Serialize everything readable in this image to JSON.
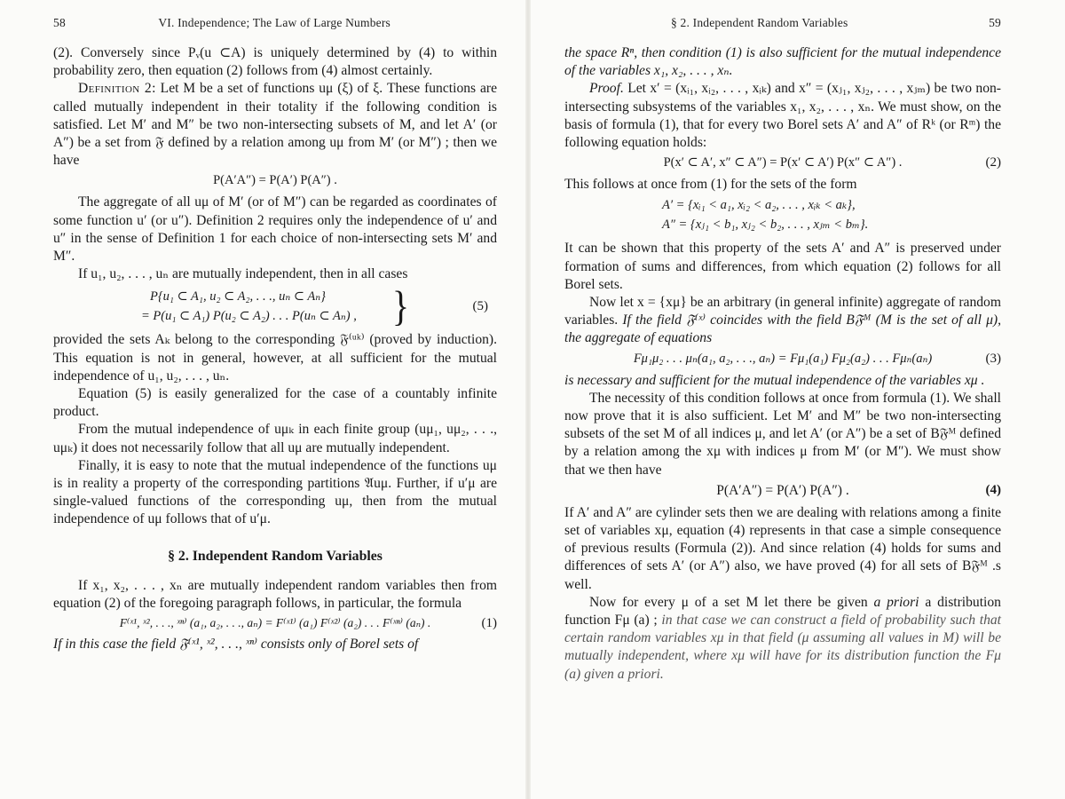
{
  "left_page": {
    "page_number": "58",
    "running_head": "VI. Independence; The Law of Large Numbers",
    "p1": "(2). Conversely since Pᵥ(u ⊂A) is uniquely determined by (4) to within probability zero, then equation (2) follows from (4) almost certainly.",
    "def_label": "Definition 2:",
    "def_text": " Let M be a set of functions uμ (ξ) of ξ. These functions are called mutually independent in their totality if the following condition is satisfied. Let M′ and M″ be two non-intersecting subsets of M, and let A′ (or A″) be a set from 𝔉 defined by a relation among uμ from M′ (or M″) ; then we have",
    "eq_def": "P(A′A″) = P(A′) P(A″) .",
    "p2": "The aggregate of all uμ of M′ (or of M″) can be regarded as coordinates of some function u′ (or u″). Definition 2 requires only the independence of u′ and u″ in the sense of Definition 1 for each choice of non-intersecting sets M′ and M″.",
    "p3": "If u₁, u₂, . . . , uₙ are mutually independent, then in all cases",
    "eq5_line1": "P{u₁ ⊂ A₁, u₂ ⊂ A₂, . . ., uₙ ⊂ Aₙ}",
    "eq5_line2": "= P(u₁ ⊂ A₁) P(u₂ ⊂ A₂) . . . P(uₙ ⊂ Aₙ) ,",
    "eq5_tag": "(5)",
    "p4": "provided the sets Aₖ belong to the corresponding 𝔉⁽ᵘᵏ⁾ (proved by induction). This equation is not in general, however, at all sufficient for the mutual independence of u₁, u₂, . . . , uₙ.",
    "p5": "Equation (5) is easily generalized for the case of a countably infinite product.",
    "p6": "From the mutual independence of uμₖ in each finite group (uμ₁, uμ₂, . . ., uμₖ) it does not necessarily follow that all uμ are mutually independent.",
    "p7": "Finally, it is easy to note that the mutual independence of the functions uμ is in reality a property of the corresponding partitions 𝔄uμ. Further, if u′μ are single-valued functions of the corresponding uμ, then from the mutual independence of uμ follows that of u′μ.",
    "section_heading": "§ 2. Independent Random Variables",
    "p8": "If x₁, x₂, . . . , xₙ are mutually independent random variables then from equation (2) of the foregoing paragraph follows, in particular, the formula",
    "eq1": "F⁽ˣ¹, ˣ², . . ., ˣⁿ⁾ (a₁, a₂, . . ., aₙ) = F⁽ˣ¹⁾ (a₁) F⁽ˣ²⁾ (a₂) . . . F⁽ˣⁿ⁾ (aₙ) .",
    "eq1_tag": "(1)",
    "p9": "If in this case the field 𝔉⁽ˣ¹, ˣ², . . ., ˣⁿ⁾ consists only of Borel sets of"
  },
  "right_page": {
    "page_number": "59",
    "running_head": "§ 2. Independent Random Variables",
    "p1": "the space Rⁿ, then condition (1) is also sufficient for the mutual independence of the variables x₁, x₂, . . . , xₙ.",
    "proof_label": "Proof.",
    "proof_text": " Let x′ = (xᵢ₁, xᵢ₂, . . . , xᵢₖ) and x″ = (xⱼ₁, xⱼ₂, . . . , xⱼₘ) be two non-intersecting subsystems of the variables x₁, x₂, . . . , xₙ. We must show, on the basis of formula (1), that for every two Borel sets A′ and A″ of Rᵏ (or Rᵐ) the following equation holds:",
    "eq2": "P(x′ ⊂ A′, x″ ⊂ A″) = P(x′ ⊂ A′) P(x″ ⊂ A″) .",
    "eq2_tag": "(2)",
    "p2": "This follows at once from (1) for the sets of the form",
    "eqset1": "A′ = {xᵢ₁ < a₁, xᵢ₂ < a₂, . . . , xᵢₖ < aₖ},",
    "eqset2": "A″ = {xⱼ₁ < b₁, xⱼ₂ < b₂, . . . , xⱼₘ < bₘ}.",
    "p3": "It can be shown that this property of the sets A′ and A″ is preserved under formation of sums and differences, from which equation (2) follows for all Borel sets.",
    "p4a": "Now let x = {xμ} be an arbitrary (in general infinite) aggregate of random variables. ",
    "p4b": "If the field 𝔉⁽ˣ⁾ coincides with the field B𝔉ᴹ (M is the set of all μ), the aggregate of equations",
    "eq3": "Fμ₁μ₂ . . . μₙ(a₁, a₂, . . ., aₙ) = Fμ₁(a₁) Fμ₂(a₂) . . . Fμₙ(aₙ)",
    "eq3_tag": "(3)",
    "p5": "is necessary and sufficient for the mutual independence of the variables xμ .",
    "p6": "The necessity of this condition follows at once from formula (1). We shall now prove that it is also sufficient. Let M′ and M″ be two non-intersecting subsets of the set M of all indices μ, and let A′ (or A″) be a set of B𝔉ᴹ defined by a relation among the xμ with indices μ from M′ (or M″). We must show that we then have",
    "eq4": "P(A′A″) = P(A′) P(A″) .",
    "eq4_tag": "(4)",
    "p7": "If A′ and A″ are cylinder sets then we are dealing with relations among a finite set of variables xμ, equation (4) represents in that case a simple consequence of previous results (Formula (2)). And since relation (4) holds for sums and differences of sets A′ (or A″) also, we have proved (4) for all sets of B𝔉ᴹ .s well.",
    "p8a": "Now for every μ of a set M let there be given ",
    "p8b": "a priori",
    "p8c": " a distribution function Fμ (a) ; ",
    "p8d": "in that case we can construct a field of probability such that certain random variables xμ in that field (μ assuming all values in M) will be mutually independent, where xμ will have for its distribution function the Fμ (a) given a priori."
  }
}
